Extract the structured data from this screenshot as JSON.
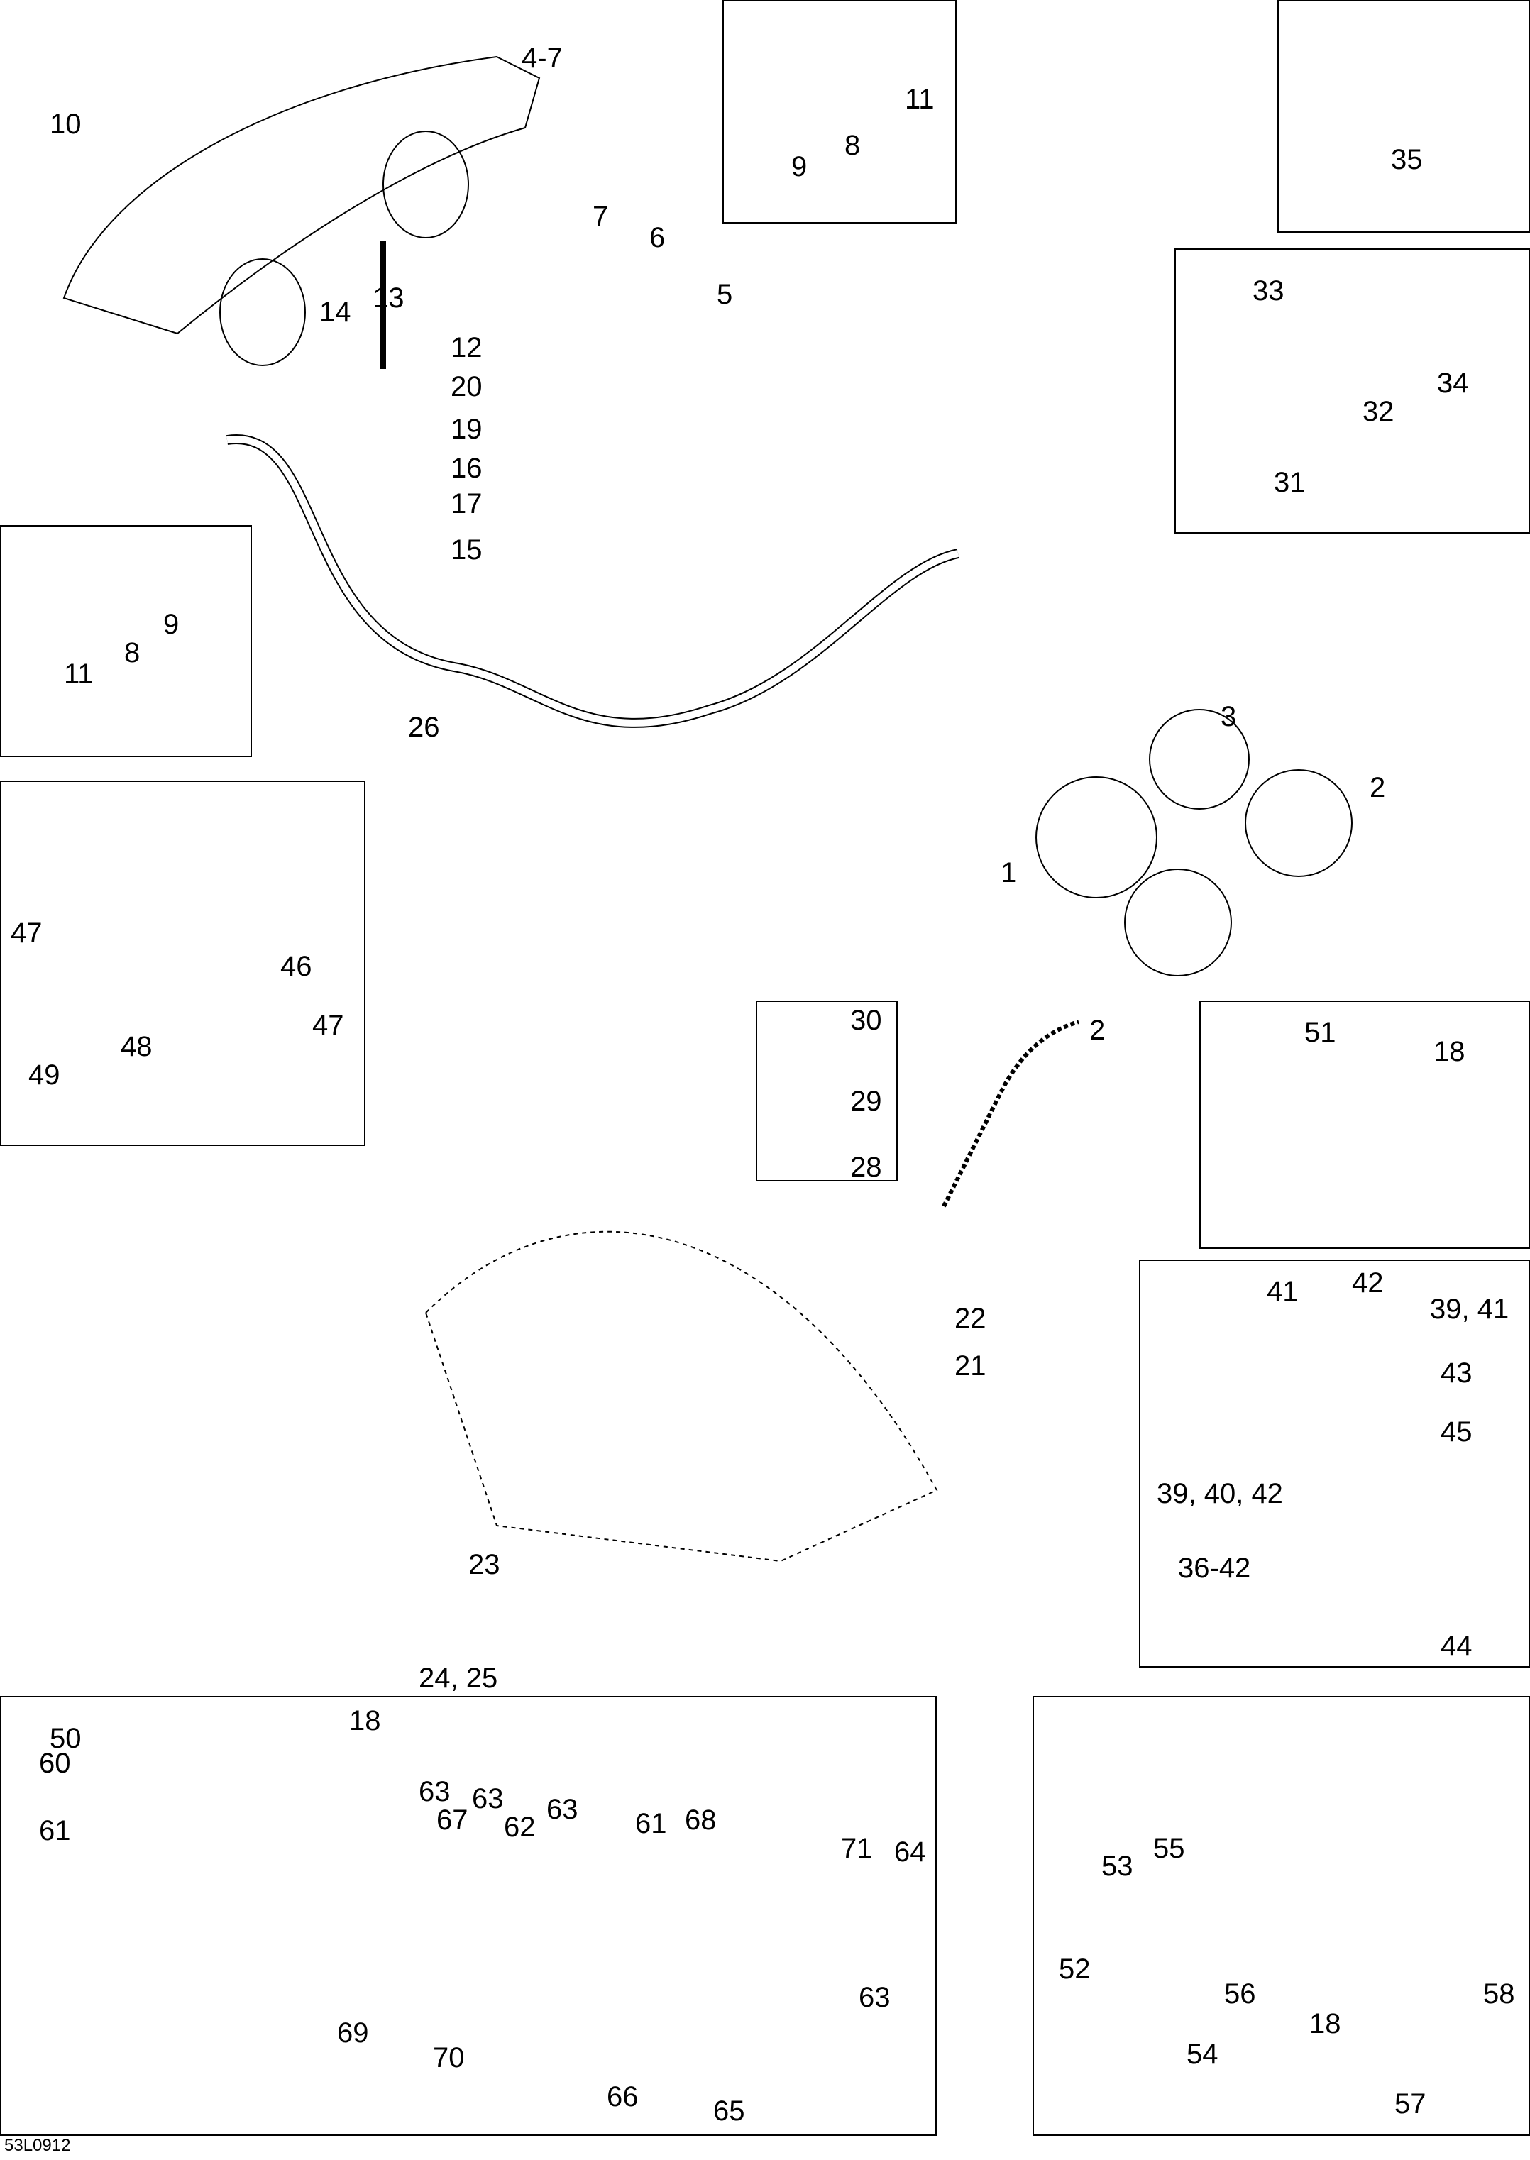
{
  "diagram": {
    "code": "53L0912",
    "callouts": {
      "main": [
        "4-7",
        "10",
        "7",
        "6",
        "5",
        "14",
        "13",
        "12",
        "20",
        "19",
        "16",
        "17",
        "15",
        "26",
        "3",
        "2",
        "1",
        "2"
      ],
      "box_screw": [
        "11",
        "8",
        "9"
      ],
      "box_left_screw": [
        "9",
        "8",
        "11"
      ],
      "box_connector": [
        "35"
      ],
      "box_flasher": [
        "33",
        "34",
        "32",
        "31"
      ],
      "box_bracket": [
        "47",
        "46",
        "47",
        "48",
        "49"
      ],
      "box_switch": [
        "30",
        "29",
        "28"
      ],
      "tether": [
        "22",
        "21",
        "23",
        "24, 25"
      ],
      "box_key": [
        "51",
        "18"
      ],
      "box_regulator": [
        "42",
        "41",
        "39, 41",
        "43",
        "45",
        "39, 40, 42",
        "36-42",
        "44"
      ],
      "box_gauge": [
        "50",
        "18",
        "60",
        "61",
        "63",
        "67",
        "63",
        "62",
        "63",
        "61",
        "68",
        "71",
        "64",
        "63",
        "69",
        "70",
        "66",
        "65"
      ],
      "box_light": [
        "55",
        "53",
        "52",
        "56",
        "54",
        "18",
        "58",
        "57"
      ]
    }
  }
}
